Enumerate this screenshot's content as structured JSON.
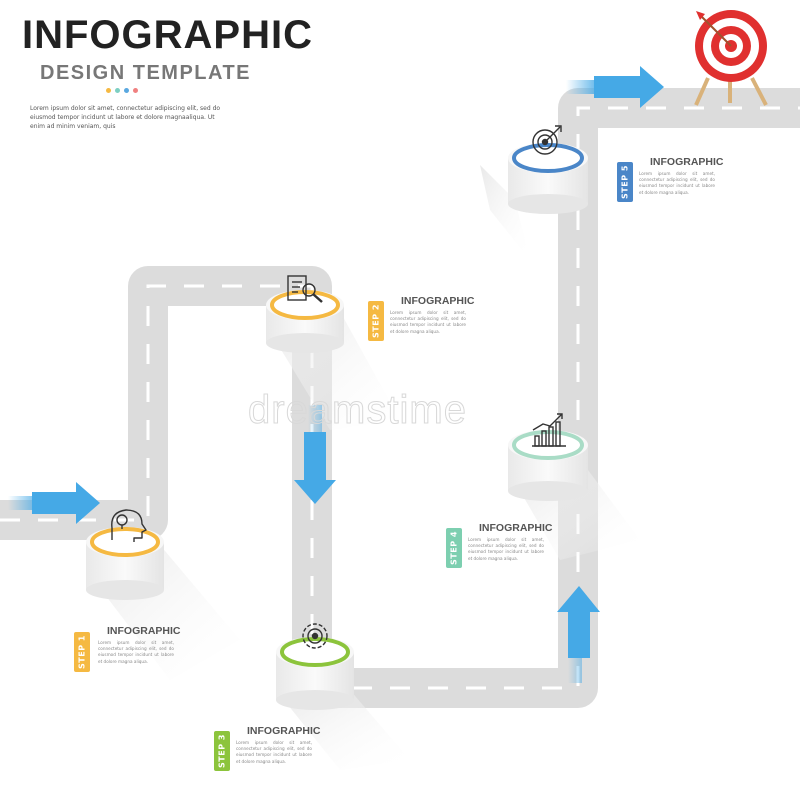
{
  "header": {
    "title": "INFOGRAPHIC",
    "subtitle": "DESIGN TEMPLATE",
    "intro": "Lorem ipsum dolor sit amet, connectetur adipiscing elit, sed do eiusmod tempor incidunt ut labore et dolore magnaaliqua. Ut enim ad minim veniam, quis",
    "dot_colors": [
      "#f5b942",
      "#7dcfc2",
      "#5aa8e0",
      "#f08080"
    ]
  },
  "watermark": "dreamstime",
  "steps": [
    {
      "tag": "STEP 1",
      "heading": "INFOGRAPHIC",
      "color": "#f5b942",
      "icon": "idea-head-icon",
      "body": "Lorem ipsum dolor sit amet, connectetur adipiscing elit, sed do eiusmod tempor incidunt ut labore et dolore magna aliqua."
    },
    {
      "tag": "STEP 2",
      "heading": "INFOGRAPHIC",
      "color": "#f5b942",
      "icon": "document-search-icon",
      "body": "Lorem ipsum dolor sit amet, connectetur adipiscing elit, sed do eiusmod tempor incidunt ut labore et dolore magna aliqua."
    },
    {
      "tag": "STEP 3",
      "heading": "INFOGRAPHIC",
      "color": "#8cc43c",
      "icon": "target-gear-icon",
      "body": "Lorem ipsum dolor sit amet, connectetur adipiscing elit, sed do eiusmod tempor incidunt ut labore et dolore magna aliqua."
    },
    {
      "tag": "STEP 4",
      "heading": "INFOGRAPHIC",
      "color": "#7dcfb0",
      "icon": "growth-chart-icon",
      "body": "Lorem ipsum dolor sit amet, connectetur adipiscing elit, sed do eiusmod tempor incidunt ut labore et dolore magna aliqua."
    },
    {
      "tag": "STEP 5",
      "heading": "INFOGRAPHIC",
      "color": "#4a86c8",
      "icon": "target-icon",
      "body": "Lorem ipsum dolor sit amet, connectetur adipiscing elit, sed do eiusmod tempor incidunt ut labore et dolore magna aliqua."
    }
  ],
  "colors": {
    "road": "#dcdcdc",
    "arrow": "#45a9e6",
    "goal_red": "#e0302f",
    "pillar": "#f3f3f3"
  },
  "goal": {
    "icon": "bullseye-arrow-icon"
  }
}
